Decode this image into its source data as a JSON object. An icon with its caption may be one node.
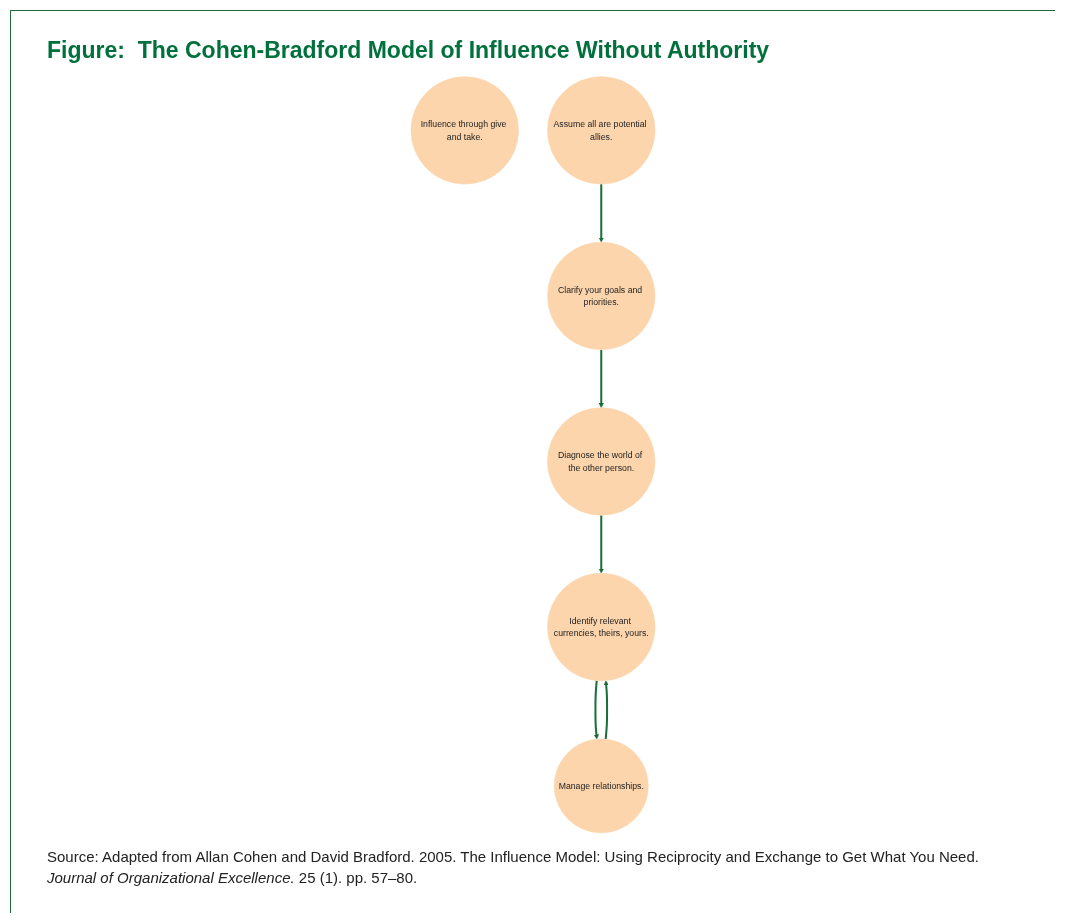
{
  "diagram": {
    "title": "Figure:  The Cohen-Bradford Model of Influence Without Authority",
    "caption": "Source: Adapted from Allan Cohen and David Bradford. 2005. The Influence Model: Using Reciprocity and Exchange to Get What You Need. *Journal of Organizational Excellence.* 25 (1). pp. 57–80.",
    "nodes": [
      {
        "text": [
          "Identify relevant currencies, theirs, yours."
        ]
      },
      {
        "text": [
          "Diagnose the world of the other person."
        ]
      },
      {
        "text": [
          "Influence through give and take."
        ]
      },
      {
        "text": [
          "Manage relationships."
        ]
      },
      {
        "text": [
          "Assume all are potential allies."
        ]
      },
      {
        "text": [
          "Clarify your goals and priorities."
        ]
      }
    ],
    "edges": [
      {
        "from": 1,
        "to": 0,
        "arrow": "to"
      },
      {
        "from": 0,
        "to": 3,
        "arrow": "to"
      },
      {
        "from": 3,
        "to": 0,
        "arrow": "to"
      },
      {
        "from": 4,
        "to": 5,
        "arrow": "to"
      },
      {
        "from": 5,
        "to": 1,
        "arrow": "to"
      }
    ]
  }
}
